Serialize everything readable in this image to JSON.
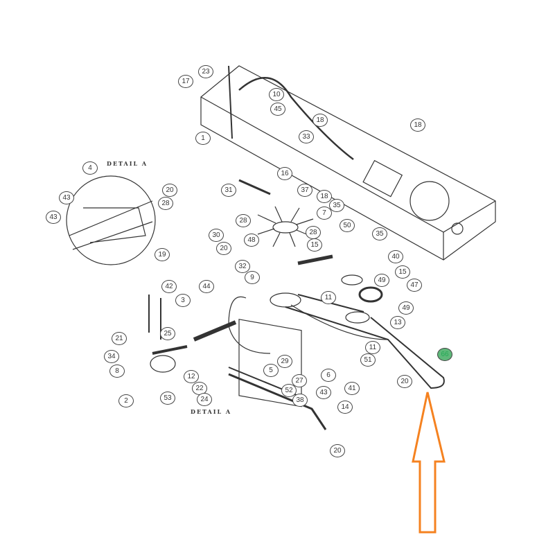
{
  "diagram": {
    "detail_label": "DETAIL A",
    "callouts": [
      "23",
      "17",
      "10",
      "45",
      "1",
      "18",
      "33",
      "18",
      "4",
      "43",
      "43",
      "20",
      "28",
      "19",
      "31",
      "16",
      "37",
      "18",
      "35",
      "7",
      "28",
      "30",
      "48",
      "20",
      "50",
      "35",
      "28",
      "15",
      "40",
      "32",
      "9",
      "15",
      "49",
      "47",
      "42",
      "44",
      "11",
      "3",
      "49",
      "13",
      "21",
      "25",
      "11",
      "66",
      "34",
      "51",
      "8",
      "29",
      "5",
      "6",
      "27",
      "20",
      "12",
      "41",
      "22",
      "52",
      "2",
      "53",
      "24",
      "38",
      "43",
      "14",
      "20"
    ],
    "highlighted_callout": "66",
    "highlight_color": "#5fb87a",
    "arrow_color": "#f58220"
  }
}
